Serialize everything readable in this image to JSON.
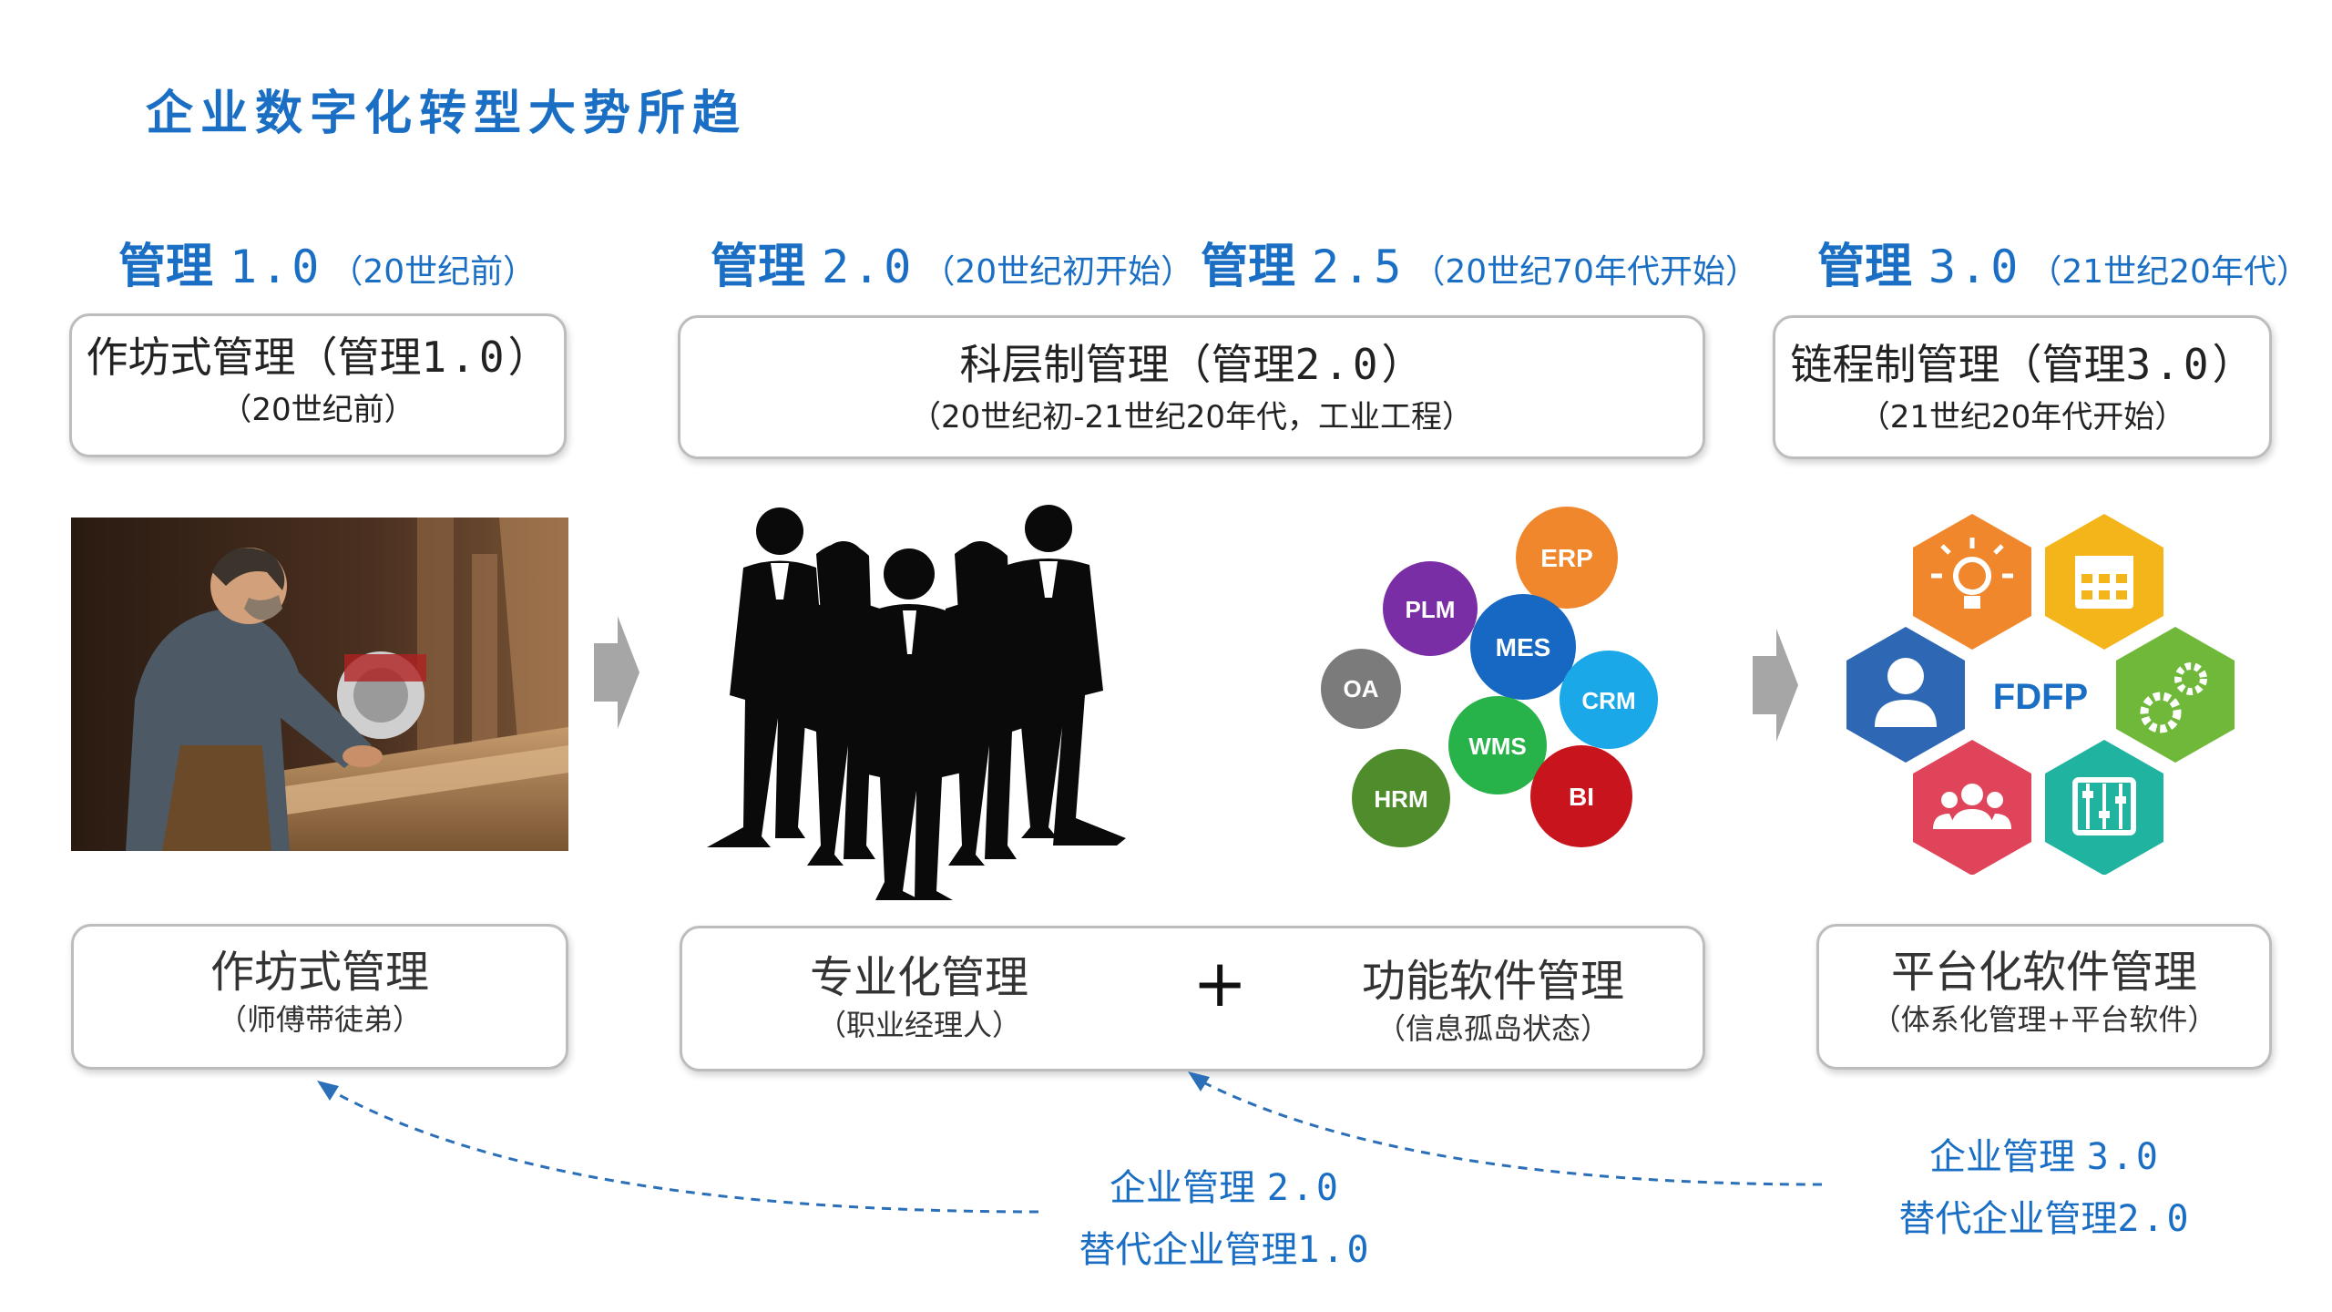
{
  "title": "企业数字化转型大势所趋",
  "eras": [
    {
      "label": "管理",
      "version": "1.0",
      "note": "（20世纪前）"
    },
    {
      "label": "管理",
      "version": "2.0",
      "note": "（20世纪初开始）"
    },
    {
      "label": "管理",
      "version": "2.5",
      "note": "（20世纪70年代开始）"
    },
    {
      "label": "管理",
      "version": "3.0",
      "note": "（21世纪20年代）"
    }
  ],
  "top_boxes": [
    {
      "line1_a": "作坊式管理（管理",
      "line1_ver": "1.0",
      "line1_b": "）",
      "line2": "（20世纪前）"
    },
    {
      "line1_a": "科层制管理（管理",
      "line1_ver": "2.0",
      "line1_b": "）",
      "line2": "（20世纪初-21世纪20年代，工业工程）"
    },
    {
      "line1_a": "链程制管理（管理",
      "line1_ver": "3.0",
      "line1_b": "）",
      "line2": "（21世纪20年代开始）"
    }
  ],
  "bubbles": [
    {
      "label": "ERP",
      "color": "#f0872d"
    },
    {
      "label": "PLM",
      "color": "#7a2ea6"
    },
    {
      "label": "MES",
      "color": "#1668c2"
    },
    {
      "label": "OA",
      "color": "#7b7b7b"
    },
    {
      "label": "CRM",
      "color": "#1aa8e8"
    },
    {
      "label": "WMS",
      "color": "#28b34a"
    },
    {
      "label": "HRM",
      "color": "#4f8d2c"
    },
    {
      "label": "BI",
      "color": "#c8141c"
    }
  ],
  "hex_center": "FDFP",
  "hex_colors": {
    "bulb": "#f0872d",
    "calendar": "#f3b51a",
    "user": "#2e67b4",
    "gears": "#6fb83a",
    "team": "#e0445a",
    "abacus": "#1fb3a0"
  },
  "bottom_boxes": {
    "workshop": {
      "line1": "作坊式管理",
      "line2": "（师傅带徒弟）"
    },
    "professional": {
      "line1": "专业化管理",
      "line2": "（职业经理人）"
    },
    "plus": "+",
    "function_sw": {
      "line1": "功能软件管理",
      "line2": "（信息孤岛状态）"
    },
    "platform": {
      "line1": "平台化软件管理",
      "line2": "（体系化管理+平台软件）"
    }
  },
  "notes": {
    "n2": {
      "line1_a": "企业管理",
      "line1_ver": "2.0",
      "line2_a": "替代企业管理",
      "line2_ver": "1.0"
    },
    "n3": {
      "line1_a": "企业管理",
      "line1_ver": "3.0",
      "line2_a": "替代企业管理",
      "line2_ver": "2.0"
    }
  },
  "colors": {
    "accent": "#1a6fc4",
    "arrow_gray": "#a6a6a6"
  }
}
